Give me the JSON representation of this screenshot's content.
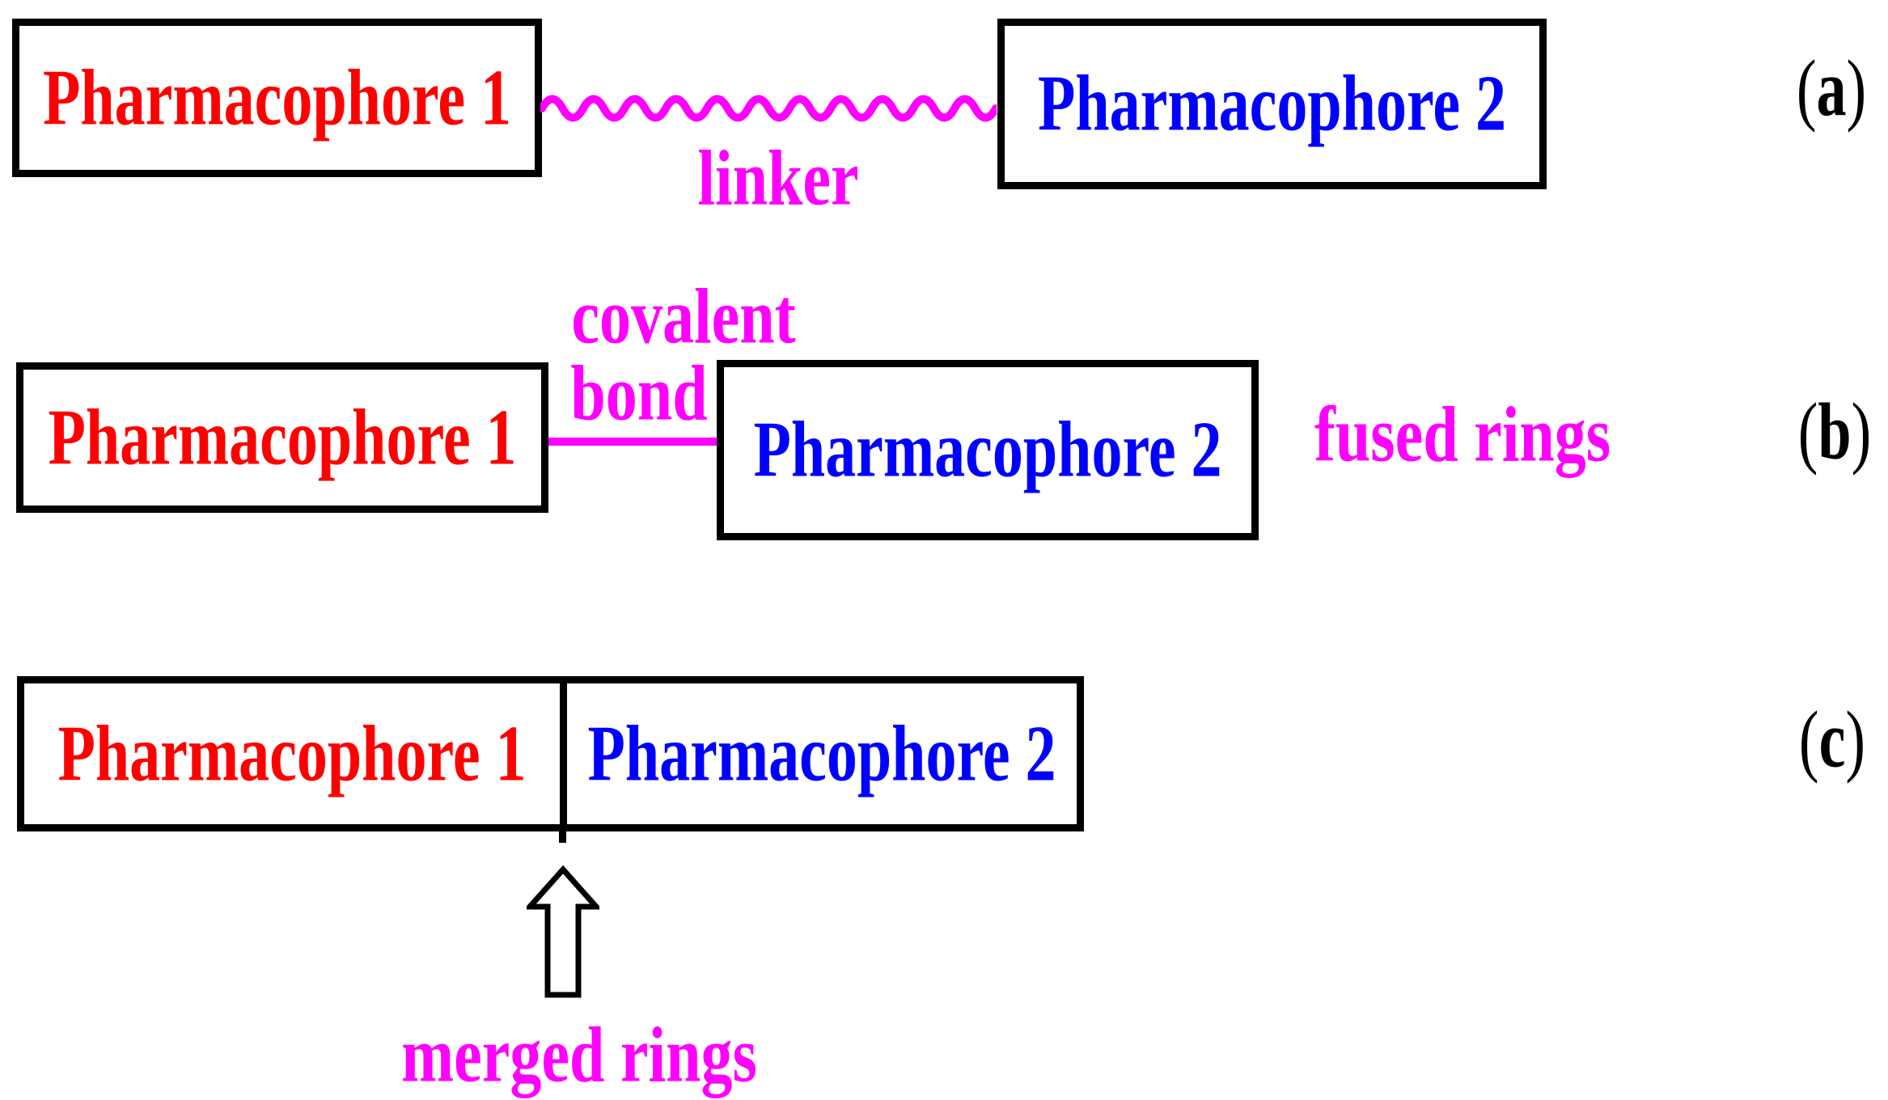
{
  "colors": {
    "background": "#FFFFFF",
    "border": "#000000",
    "pharmacophore1_text": "#FF0000",
    "pharmacophore2_text": "#0000FF",
    "annotation_text": "#FF00FF",
    "panel_label_text": "#000000"
  },
  "panels": {
    "a": {
      "label_open": "(",
      "label_letter": "a",
      "label_close": ")",
      "pharmacophore1": "Pharmacophore 1",
      "pharmacophore2": "Pharmacophore 2",
      "connector_type": "wavy-line",
      "connector_label": "linker"
    },
    "b": {
      "label_open": "(",
      "label_letter": "b",
      "label_close": ")",
      "pharmacophore1": "Pharmacophore 1",
      "pharmacophore2": "Pharmacophore 2",
      "connector_type": "straight-line",
      "connector_label_line1": "covalent",
      "connector_label_line2": "bond",
      "side_label": "fused rings"
    },
    "c": {
      "label_open": "(",
      "label_letter": "c",
      "label_close": ")",
      "pharmacophore1": "Pharmacophore 1",
      "pharmacophore2": "Pharmacophore 2",
      "connector_type": "shared-edge",
      "arrow_label": "merged rings"
    }
  }
}
